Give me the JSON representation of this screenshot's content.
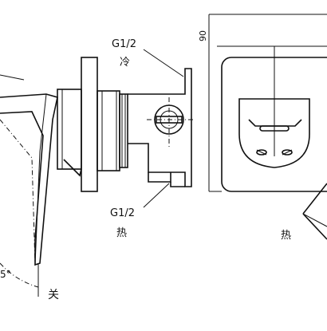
{
  "labels": {
    "g12_top": "G1/2",
    "cold_top": "冷",
    "g12_bottom": "G1/2",
    "hot_bottom": "热",
    "hot_right": "热",
    "off": "关",
    "dim_90": "90",
    "angle_fragment": "5°"
  }
}
